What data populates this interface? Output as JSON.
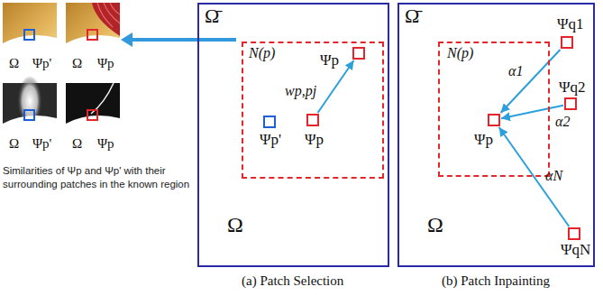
{
  "diagram": {
    "nodes": [
      {
        "text": [
          "Ω̄"
        ]
      },
      {
        "text": [
          "Ω"
        ],
        "in": 0
      },
      {
        "text": [
          "N(p)"
        ],
        "in": 0
      },
      {
        "text": [
          "Ψp"
        ],
        "in": 2
      },
      {
        "text": [
          "Ψp'"
        ],
        "in": 2
      },
      {
        "text": [
          "Ψp"
        ],
        "in": 2
      },
      {
        "text": [
          "Ω̄"
        ]
      },
      {
        "text": [
          "Ω"
        ],
        "in": 6
      },
      {
        "text": [
          "N(p)"
        ],
        "in": 6
      },
      {
        "text": [
          "Ψp"
        ],
        "in": 8
      },
      {
        "text": [
          "Ψq1"
        ],
        "in": 6
      },
      {
        "text": [
          "Ψq2"
        ],
        "in": 6
      },
      {
        "text": [
          "ΨqN"
        ],
        "in": 6
      }
    ],
    "edges": [
      {
        "from": 5,
        "to": 3,
        "label": "wp,pj",
        "arrow": "to"
      },
      {
        "from": 10,
        "to": 9,
        "label": "α1",
        "arrow": "to"
      },
      {
        "from": 11,
        "to": 9,
        "label": "α2",
        "arrow": "to"
      },
      {
        "from": 12,
        "to": 9,
        "label": "αN",
        "arrow": "to"
      }
    ],
    "labels": [
      "Ω",
      "Ψp'",
      "Ω",
      "Ψp",
      "Ω",
      "Ψp'",
      "Ω",
      "Ψp",
      "Similarities of Ψp and Ψp' with their surrounding patches in the known region",
      "(a) Patch Selection",
      "(b) Patch Inpainting"
    ]
  }
}
